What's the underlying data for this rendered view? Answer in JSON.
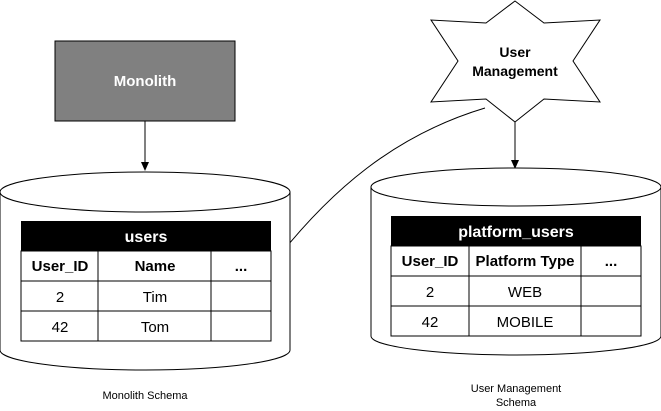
{
  "monolith": {
    "label": "Monolith",
    "fill": "#808080"
  },
  "user_management": {
    "label_line1": "User",
    "label_line2": "Management"
  },
  "users_table": {
    "title": "users",
    "headers": [
      "User_ID",
      "Name",
      "..."
    ],
    "rows": [
      [
        "2",
        "Tim",
        ""
      ],
      [
        "42",
        "Tom",
        ""
      ]
    ]
  },
  "platform_users_table": {
    "title": "platform_users",
    "headers": [
      "User_ID",
      "Platform Type",
      "..."
    ],
    "rows": [
      [
        "2",
        "WEB",
        ""
      ],
      [
        "42",
        "MOBILE",
        ""
      ]
    ]
  },
  "captions": {
    "monolith_schema": "Monolith Schema",
    "user_mgmt_schema_line1": "User Management",
    "user_mgmt_schema_line2": "Schema"
  }
}
